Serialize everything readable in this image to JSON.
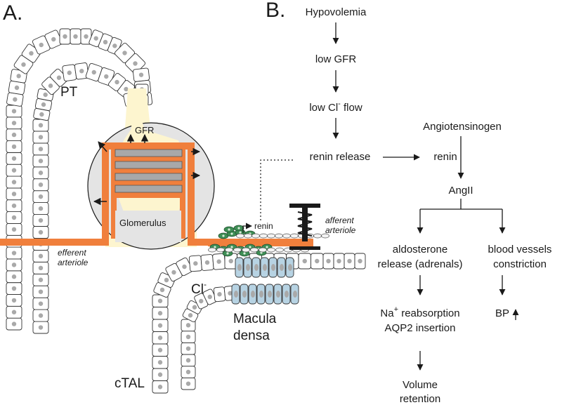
{
  "panels": {
    "a": "A.",
    "b": "B."
  },
  "left_labels": {
    "pt": "PT",
    "gfr": "GFR",
    "glomerulus": "Glomerulus",
    "renin": "renin",
    "afferent_1": "afferent",
    "afferent_2": "arteriole",
    "efferent_1": "efferent",
    "efferent_2": "arteriole",
    "cl": "Cl",
    "cl_sup": "-",
    "macula_1": "Macula",
    "macula_2": "densa",
    "ctal": "cTAL"
  },
  "flow": {
    "hypovolemia": "Hypovolemia",
    "low_gfr": "low GFR",
    "low_cl_flow_pre": "low Cl",
    "low_cl_flow_sup": "-",
    "low_cl_flow_post": " flow",
    "renin_release": "renin release",
    "angiotensinogen": "Angiotensinogen",
    "renin": "renin",
    "angii": "AngII",
    "aldosterone_1": "aldosterone",
    "aldosterone_2": "release (adrenals)",
    "vessels_1": "blood vessels",
    "vessels_2": "constriction",
    "na_pre": "Na",
    "na_sup": "+",
    "na_post": " reabsorption",
    "aqp2": "AQP2 insertion",
    "bp": "BP",
    "volume_1": "Volume",
    "volume_2": "retention"
  },
  "colors": {
    "orange": "#f07f3c",
    "cream": "#fdf5cf",
    "circle": "#e4e4e4",
    "cap_gray": "#a8a8a8",
    "blue": "#b7d3e3",
    "green": "#3e8e55",
    "cell_fill": "#ffffff",
    "nucleus": "#a9a9a9",
    "ink": "#1a1a1a"
  }
}
